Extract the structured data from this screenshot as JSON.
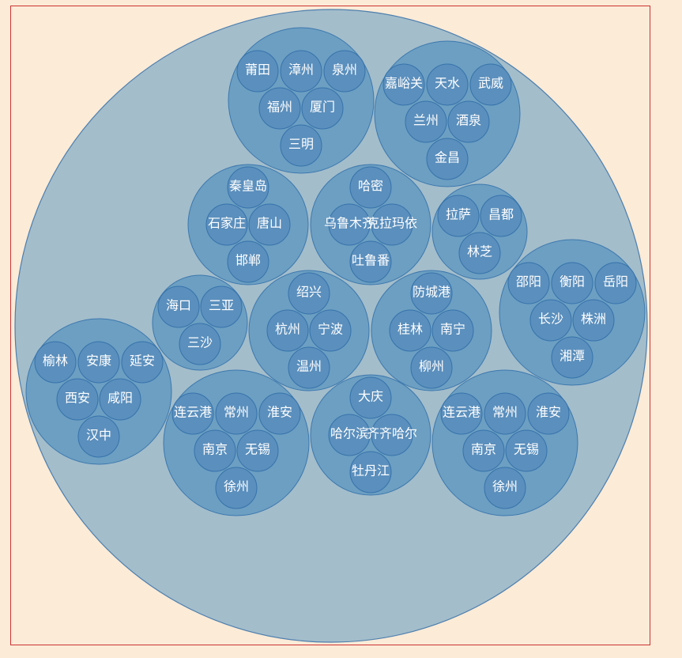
{
  "groups": [
    {
      "id": "fujian",
      "cities": [
        "莆田",
        "漳州",
        "泉州",
        "福州",
        "厦门",
        "三明"
      ]
    },
    {
      "id": "gansu",
      "cities": [
        "嘉峪关",
        "天水",
        "武威",
        "兰州",
        "酒泉",
        "金昌"
      ]
    },
    {
      "id": "hebei",
      "cities": [
        "秦皇岛",
        "石家庄",
        "唐山",
        "邯郸"
      ]
    },
    {
      "id": "xinjiang",
      "cities": [
        "哈密",
        "乌鲁木齐",
        "克拉玛依",
        "吐鲁番"
      ]
    },
    {
      "id": "xizang",
      "cities": [
        "拉萨",
        "昌都",
        "林芝"
      ]
    },
    {
      "id": "hunan",
      "cities": [
        "邵阳",
        "衡阳",
        "岳阳",
        "长沙",
        "株洲",
        "湘潭"
      ]
    },
    {
      "id": "hainan",
      "cities": [
        "海口",
        "三亚",
        "三沙"
      ]
    },
    {
      "id": "zhejiang",
      "cities": [
        "绍兴",
        "杭州",
        "宁波",
        "温州"
      ]
    },
    {
      "id": "guangxi",
      "cities": [
        "防城港",
        "桂林",
        "南宁",
        "柳州"
      ]
    },
    {
      "id": "shaanxi",
      "cities": [
        "榆林",
        "安康",
        "延安",
        "西安",
        "咸阳",
        "汉中"
      ]
    },
    {
      "id": "jiangsu1",
      "cities": [
        "连云港",
        "常州",
        "淮安",
        "南京",
        "无锡",
        "徐州"
      ]
    },
    {
      "id": "heilongjiang",
      "cities": [
        "大庆",
        "哈尔滨",
        "齐齐哈尔",
        "牡丹江"
      ]
    },
    {
      "id": "jiangsu2",
      "cities": [
        "连云港",
        "常州",
        "淮安",
        "南京",
        "无锡",
        "徐州"
      ]
    }
  ]
}
